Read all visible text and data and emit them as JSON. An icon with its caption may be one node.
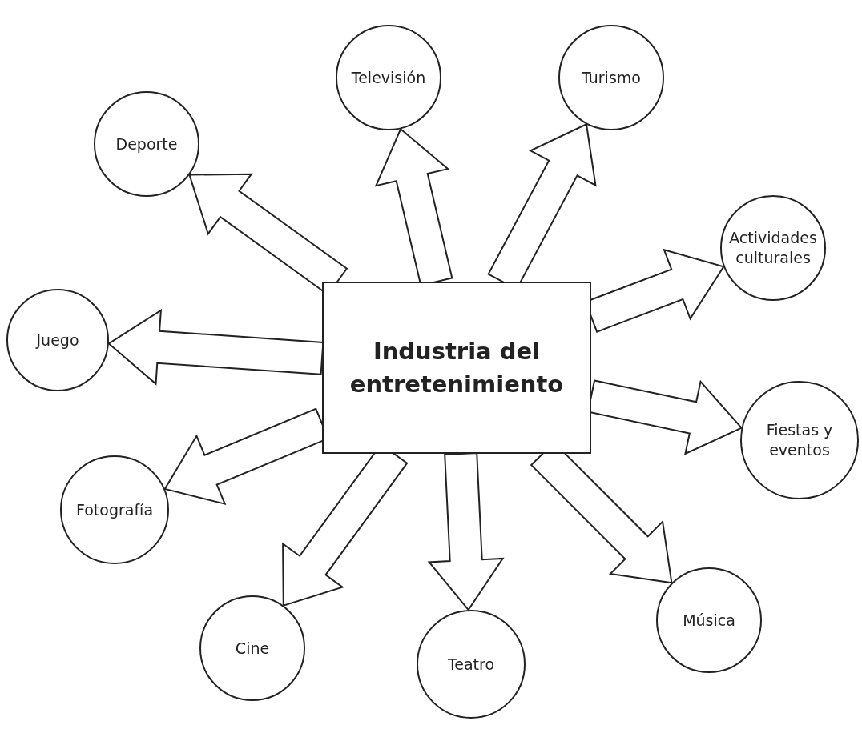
{
  "diagram": {
    "nodes": [
      {
        "text": [
          "Industria del entretenimiento"
        ]
      },
      {
        "text": [
          "Televisión"
        ]
      },
      {
        "text": [
          "Turismo"
        ]
      },
      {
        "text": [
          "Deporte"
        ]
      },
      {
        "text": [
          "Actividades culturales"
        ]
      },
      {
        "text": [
          "Juego"
        ]
      },
      {
        "text": [
          "Fiestas y eventos"
        ]
      },
      {
        "text": [
          "Fotografía"
        ]
      },
      {
        "text": [
          "Música"
        ]
      },
      {
        "text": [
          "Cine"
        ]
      },
      {
        "text": [
          "Teatro"
        ]
      }
    ],
    "edges": [
      {
        "from": 0,
        "to": 1,
        "arrow": "to"
      },
      {
        "from": 0,
        "to": 2,
        "arrow": "to"
      },
      {
        "from": 0,
        "to": 3,
        "arrow": "to"
      },
      {
        "from": 0,
        "to": 4,
        "arrow": "to"
      },
      {
        "from": 0,
        "to": 5,
        "arrow": "to"
      },
      {
        "from": 0,
        "to": 6,
        "arrow": "to"
      },
      {
        "from": 0,
        "to": 7,
        "arrow": "to"
      },
      {
        "from": 0,
        "to": 8,
        "arrow": "to"
      },
      {
        "from": 0,
        "to": 9,
        "arrow": "to"
      },
      {
        "from": 0,
        "to": 10,
        "arrow": "to"
      }
    ]
  }
}
